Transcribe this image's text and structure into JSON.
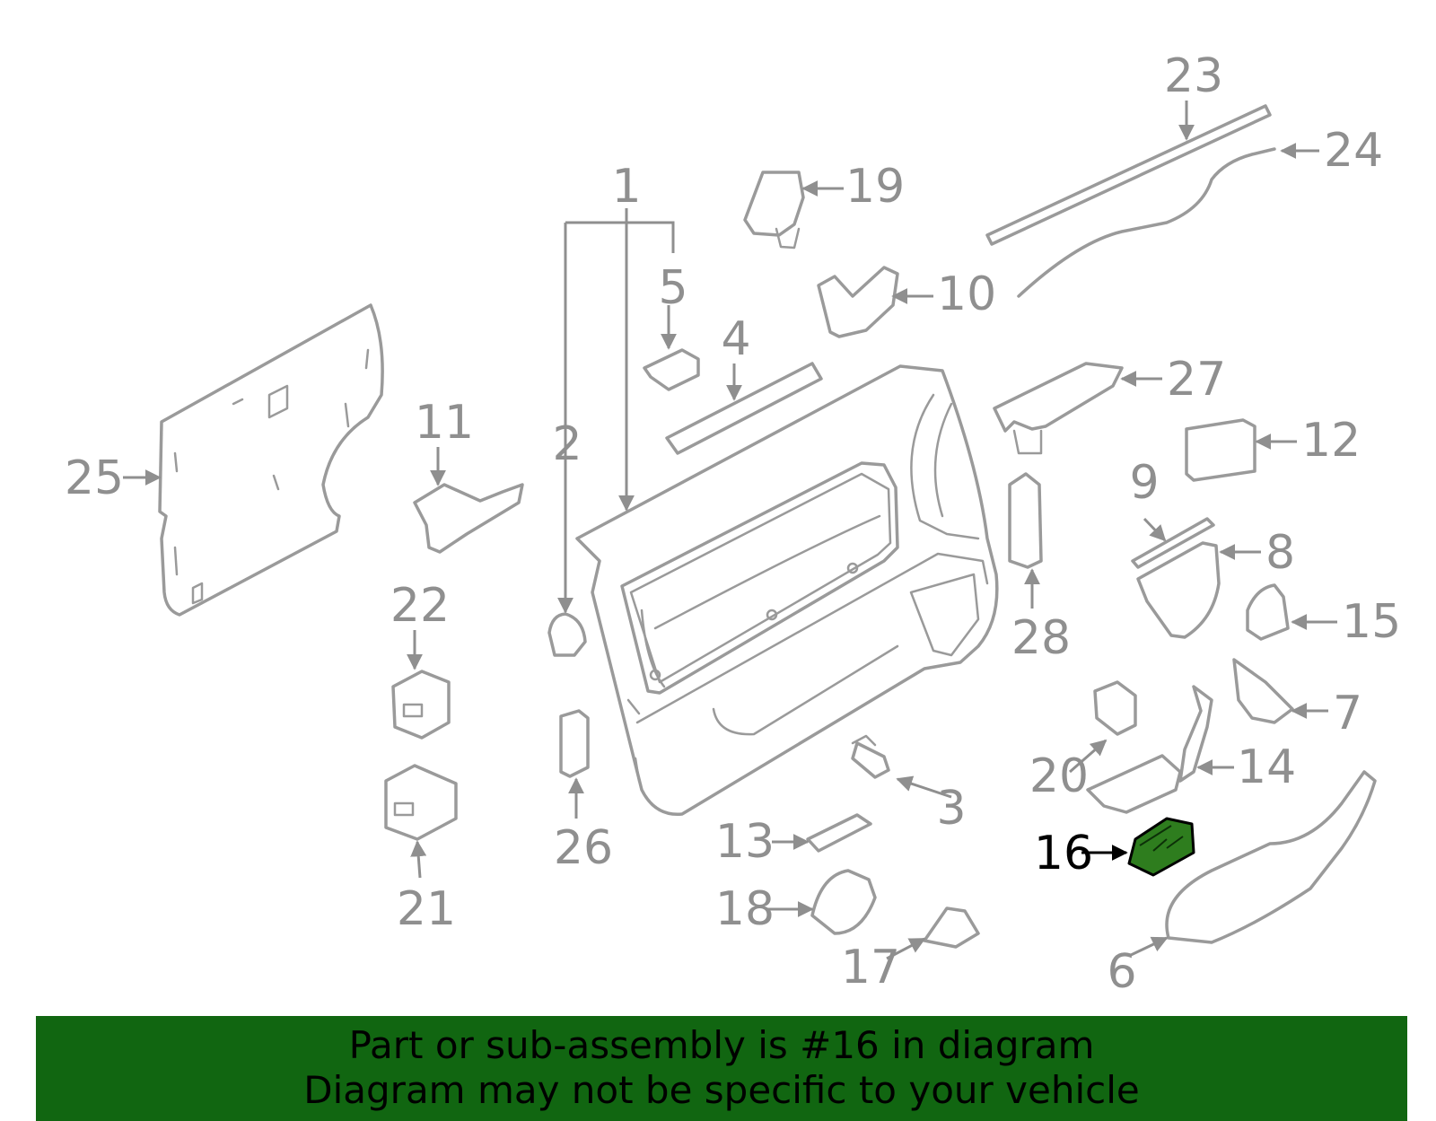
{
  "diagram": {
    "highlighted_part": "16",
    "highlight_color": "#2e7d1e",
    "label_color": "#8f8f8f",
    "labels": {
      "l1": "1",
      "l2": "2",
      "l3": "3",
      "l4": "4",
      "l5": "5",
      "l6": "6",
      "l7": "7",
      "l8": "8",
      "l9": "9",
      "l10": "10",
      "l11": "11",
      "l12": "12",
      "l13": "13",
      "l14": "14",
      "l15": "15",
      "l16": "16",
      "l17": "17",
      "l18": "18",
      "l19": "19",
      "l20": "20",
      "l21": "21",
      "l22": "22",
      "l23": "23",
      "l24": "24",
      "l25": "25",
      "l26": "26",
      "l27": "27",
      "l28": "28"
    }
  },
  "banner": {
    "line1": "Part or sub-assembly is #16 in diagram",
    "line2": "Diagram may not be specific to your vehicle",
    "background": "#116611"
  }
}
